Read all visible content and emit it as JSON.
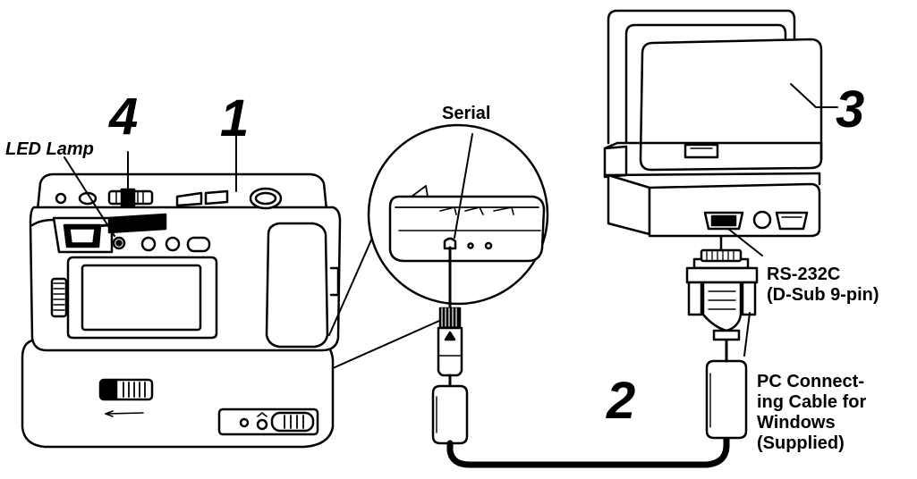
{
  "callouts": {
    "camera": "1",
    "cable": "2",
    "computer": "3",
    "mode_switch": "4"
  },
  "labels": {
    "led_lamp": "LED Lamp",
    "serial": "Serial",
    "rs232c": [
      "RS-232C",
      "(D-Sub 9-pin)"
    ],
    "pc_cable": [
      "PC Connect-",
      "ing Cable for",
      "Windows",
      "(Supplied)"
    ]
  },
  "style": {
    "ink": "#000000",
    "paper": "#ffffff",
    "tone": "#1a1a1a"
  }
}
